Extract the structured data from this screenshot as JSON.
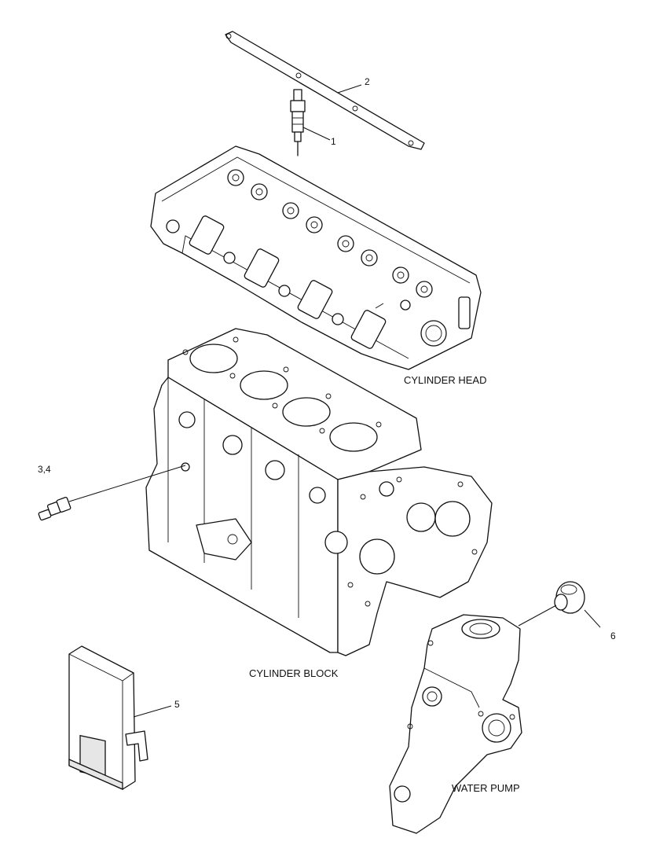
{
  "labels": {
    "cylinder_head": "CYLINDER HEAD",
    "cylinder_block": "CYLINDER BLOCK",
    "water_pump": "WATER PUMP"
  },
  "callouts": {
    "glow_plug": "1",
    "connector_plate": "2",
    "sensor": "3,4",
    "control_unit": "5",
    "thermostat": "6"
  }
}
